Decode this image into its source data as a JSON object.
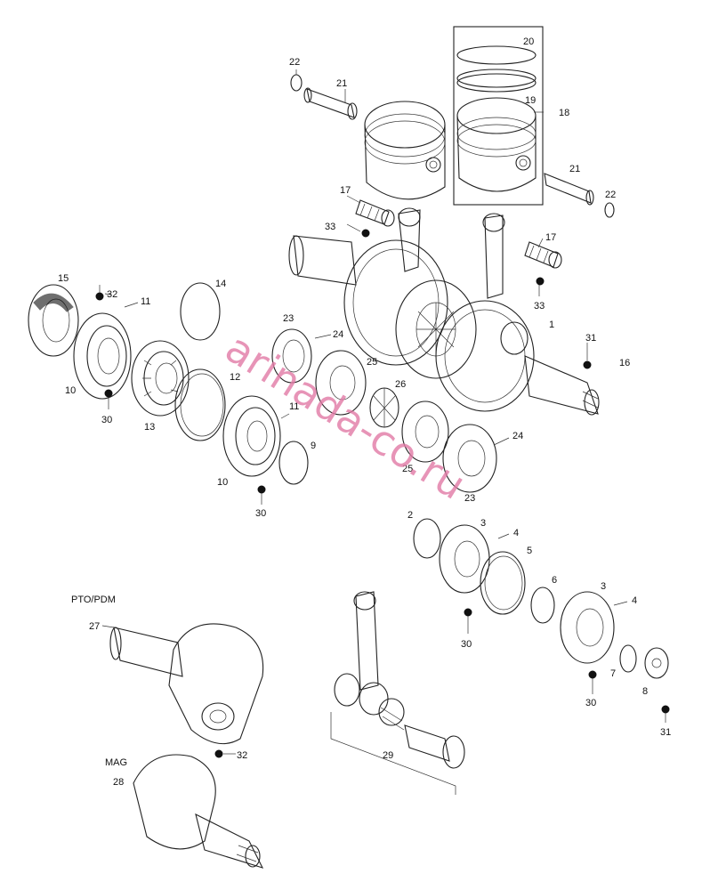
{
  "watermark": "arinada-co.ru",
  "captions": {
    "pto": "PTO/PDM",
    "mag": "MAG"
  },
  "callouts": {
    "c1": "1",
    "c2": "2",
    "c3a": "3",
    "c3b": "3",
    "c4a": "4",
    "c4b": "4",
    "c5": "5",
    "c6": "6",
    "c7": "7",
    "c8": "8",
    "c9": "9",
    "c10a": "10",
    "c10b": "10",
    "c11a": "11",
    "c11b": "11",
    "c12": "12",
    "c13": "13",
    "c14": "14",
    "c15": "15",
    "c16": "16",
    "c17a": "17",
    "c17b": "17",
    "c18": "18",
    "c19": "19",
    "c20": "20",
    "c21a": "21",
    "c21b": "21",
    "c22a": "22",
    "c22b": "22",
    "c23a": "23",
    "c23b": "23",
    "c24a": "24",
    "c24b": "24",
    "c25a": "25",
    "c25b": "25",
    "c26": "26",
    "c27": "27",
    "c28": "28",
    "c29": "29",
    "c30a": "30",
    "c30b": "30",
    "c30c": "30",
    "c30d": "30",
    "c31a": "31",
    "c31b": "31",
    "c32a": "32",
    "c32b": "32",
    "c33a": "33",
    "c33b": "33"
  }
}
